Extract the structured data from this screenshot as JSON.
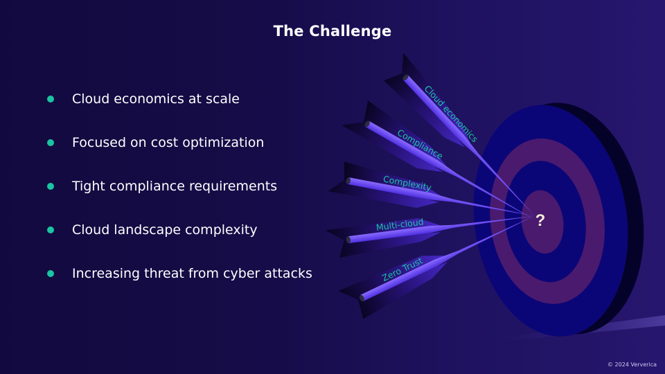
{
  "slide": {
    "title": "The Challenge",
    "bullets": [
      "Cloud economics at scale",
      "Focused on cost optimization",
      "Tight compliance requirements",
      "Cloud landscape complexity",
      "Increasing threat from cyber attacks"
    ],
    "bullet_color": "#1bc4a2",
    "illustration": {
      "type": "dartboard-with-arrows",
      "center_label": "?",
      "arrows": [
        {
          "label": "Cloud economics"
        },
        {
          "label": "Compliance"
        },
        {
          "label": "Complexity"
        },
        {
          "label": "Multi-cloud"
        },
        {
          "label": "Zero Trust"
        }
      ],
      "arrow_color": "#6a45f0",
      "label_color": "#1bc4a2",
      "ring_color": "#4a1a6e",
      "board_color": "#0b0677"
    },
    "footer": {
      "copyright": "© 2024 Ververica"
    }
  }
}
